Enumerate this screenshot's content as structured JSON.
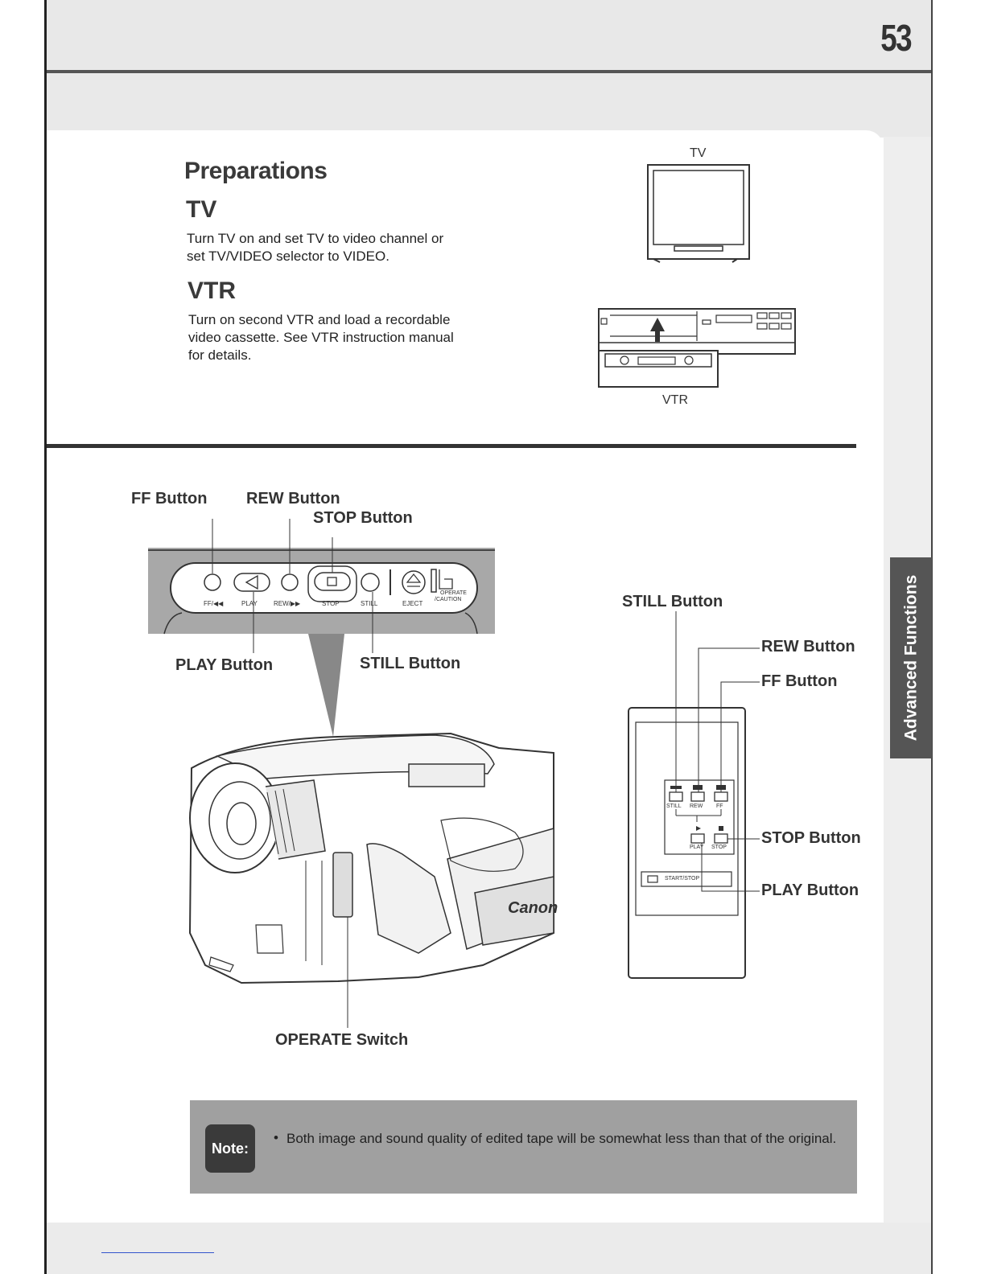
{
  "page_number": "53",
  "preparations": {
    "heading": "Preparations",
    "tv": {
      "heading": "TV",
      "text_line1": "Turn TV on and set TV to video channel or",
      "text_line2": "set TV/VIDEO selector to VIDEO."
    },
    "vtr": {
      "heading": "VTR",
      "text_line1": "Turn on second VTR and load a recordable",
      "text_line2": "video cassette. See VTR instruction manual",
      "text_line3": "for details."
    }
  },
  "illustration_labels": {
    "tv": "TV",
    "vtr": "VTR"
  },
  "camera_callouts": {
    "ff": "FF Button",
    "rew": "REW Button",
    "stop": "STOP Button",
    "play": "PLAY Button",
    "still": "STILL Button",
    "operate": "OPERATE Switch"
  },
  "panel_labels": {
    "ff": "FF/◀◀",
    "play": "PLAY",
    "rew": "REW/▶▶",
    "stop": "STOP",
    "still": "STILL",
    "eject": "EJECT",
    "operate": "OPERATE",
    "caution": "/CAUTION"
  },
  "remote_callouts": {
    "still": "STILL Button",
    "rew": "REW Button",
    "ff": "FF Button",
    "stop": "STOP Button",
    "play": "PLAY Button"
  },
  "remote_labels": {
    "still": "STILL",
    "rew": "REW",
    "ff": "FF",
    "play": "PLAY",
    "stop": "STOP",
    "start_stop": "START/STOP"
  },
  "camera_brand": "Canon",
  "side_tab": "Advanced Functions",
  "note": {
    "badge": "Note:",
    "bullet": "•",
    "text": "Both image and sound quality of edited tape will be somewhat less than that of the original."
  }
}
